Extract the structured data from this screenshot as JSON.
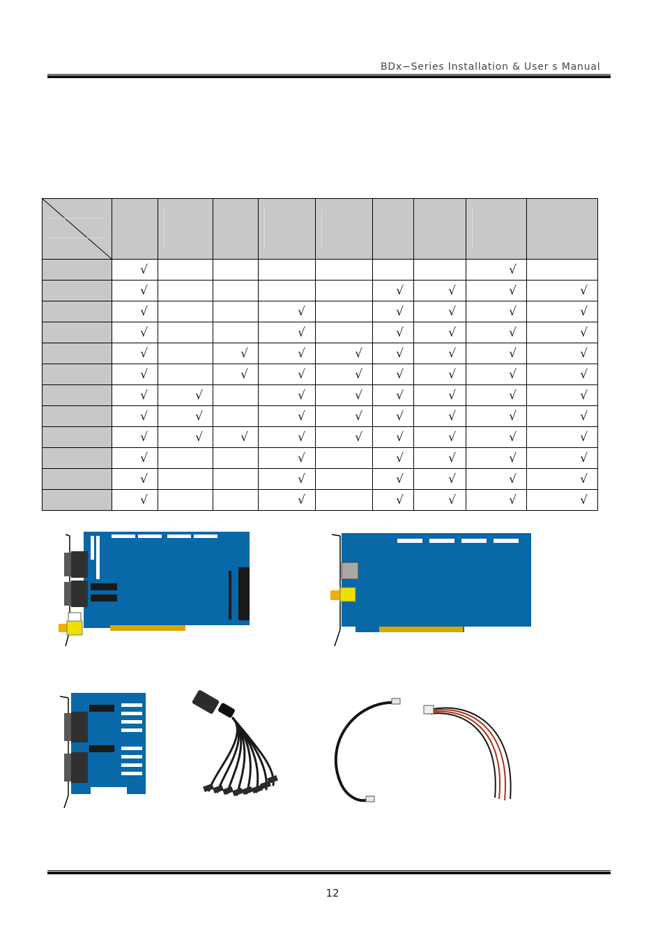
{
  "header": {
    "title": "BDx−Series Installation & User s Manual"
  },
  "table": {
    "columns": 9,
    "check_glyph": "√",
    "rows": [
      [
        1,
        0,
        0,
        0,
        0,
        0,
        0,
        1,
        0
      ],
      [
        1,
        0,
        0,
        0,
        0,
        1,
        1,
        1,
        1
      ],
      [
        1,
        0,
        0,
        1,
        0,
        1,
        1,
        1,
        1
      ],
      [
        1,
        0,
        0,
        1,
        0,
        1,
        1,
        1,
        1
      ],
      [
        1,
        0,
        1,
        1,
        1,
        1,
        1,
        1,
        1
      ],
      [
        1,
        0,
        1,
        1,
        1,
        1,
        1,
        1,
        1
      ],
      [
        1,
        1,
        0,
        1,
        1,
        1,
        1,
        1,
        1
      ],
      [
        1,
        1,
        0,
        1,
        1,
        1,
        1,
        1,
        1
      ],
      [
        1,
        1,
        1,
        1,
        1,
        1,
        1,
        1,
        1
      ],
      [
        1,
        0,
        0,
        1,
        0,
        1,
        1,
        1,
        1
      ],
      [
        1,
        0,
        0,
        1,
        0,
        1,
        1,
        1,
        1
      ],
      [
        1,
        0,
        0,
        1,
        0,
        1,
        1,
        1,
        1
      ]
    ]
  },
  "colors": {
    "board_blue": "#0868a8",
    "gold_contact": "#d8a800",
    "connector_yellow": "#f0e000",
    "header_gray": "#c8c8c8"
  },
  "images": [
    {
      "name": "main-capture-board-image",
      "depicts": "PCI capture card with two DB connectors"
    },
    {
      "name": "secondary-capture-board-image",
      "depicts": "PCI card with single connector"
    },
    {
      "name": "expansion-board-image",
      "depicts": "small board with two DB connectors"
    },
    {
      "name": "bnc-breakout-cable-image",
      "depicts": "DB to multi BNC cable"
    },
    {
      "name": "interconnect-cables-image",
      "depicts": "two wire harness cables"
    }
  ],
  "footer": {
    "page_number": "12"
  }
}
